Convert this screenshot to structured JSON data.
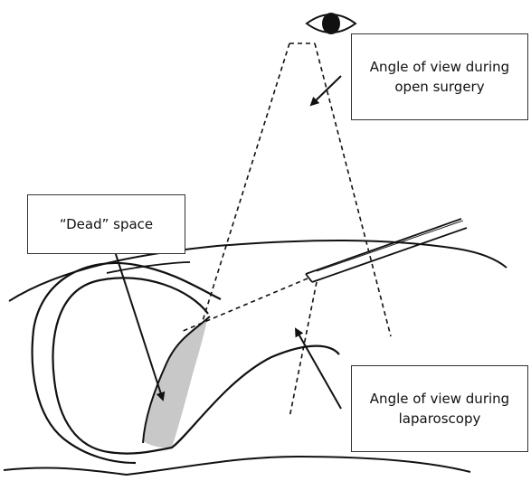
{
  "labels": {
    "open_surgery": {
      "line1": "Angle of view during",
      "line2": "open surgery"
    },
    "dead_space": {
      "text": "“Dead” space"
    },
    "laparoscopy": {
      "line1": "Angle of view during",
      "line2": "laparoscopy"
    }
  },
  "colors": {
    "line": "#111111",
    "dead_space_fill": "#c8c8c8",
    "eye_pupil": "#111111"
  },
  "icons": {
    "eye": "eye-icon"
  }
}
